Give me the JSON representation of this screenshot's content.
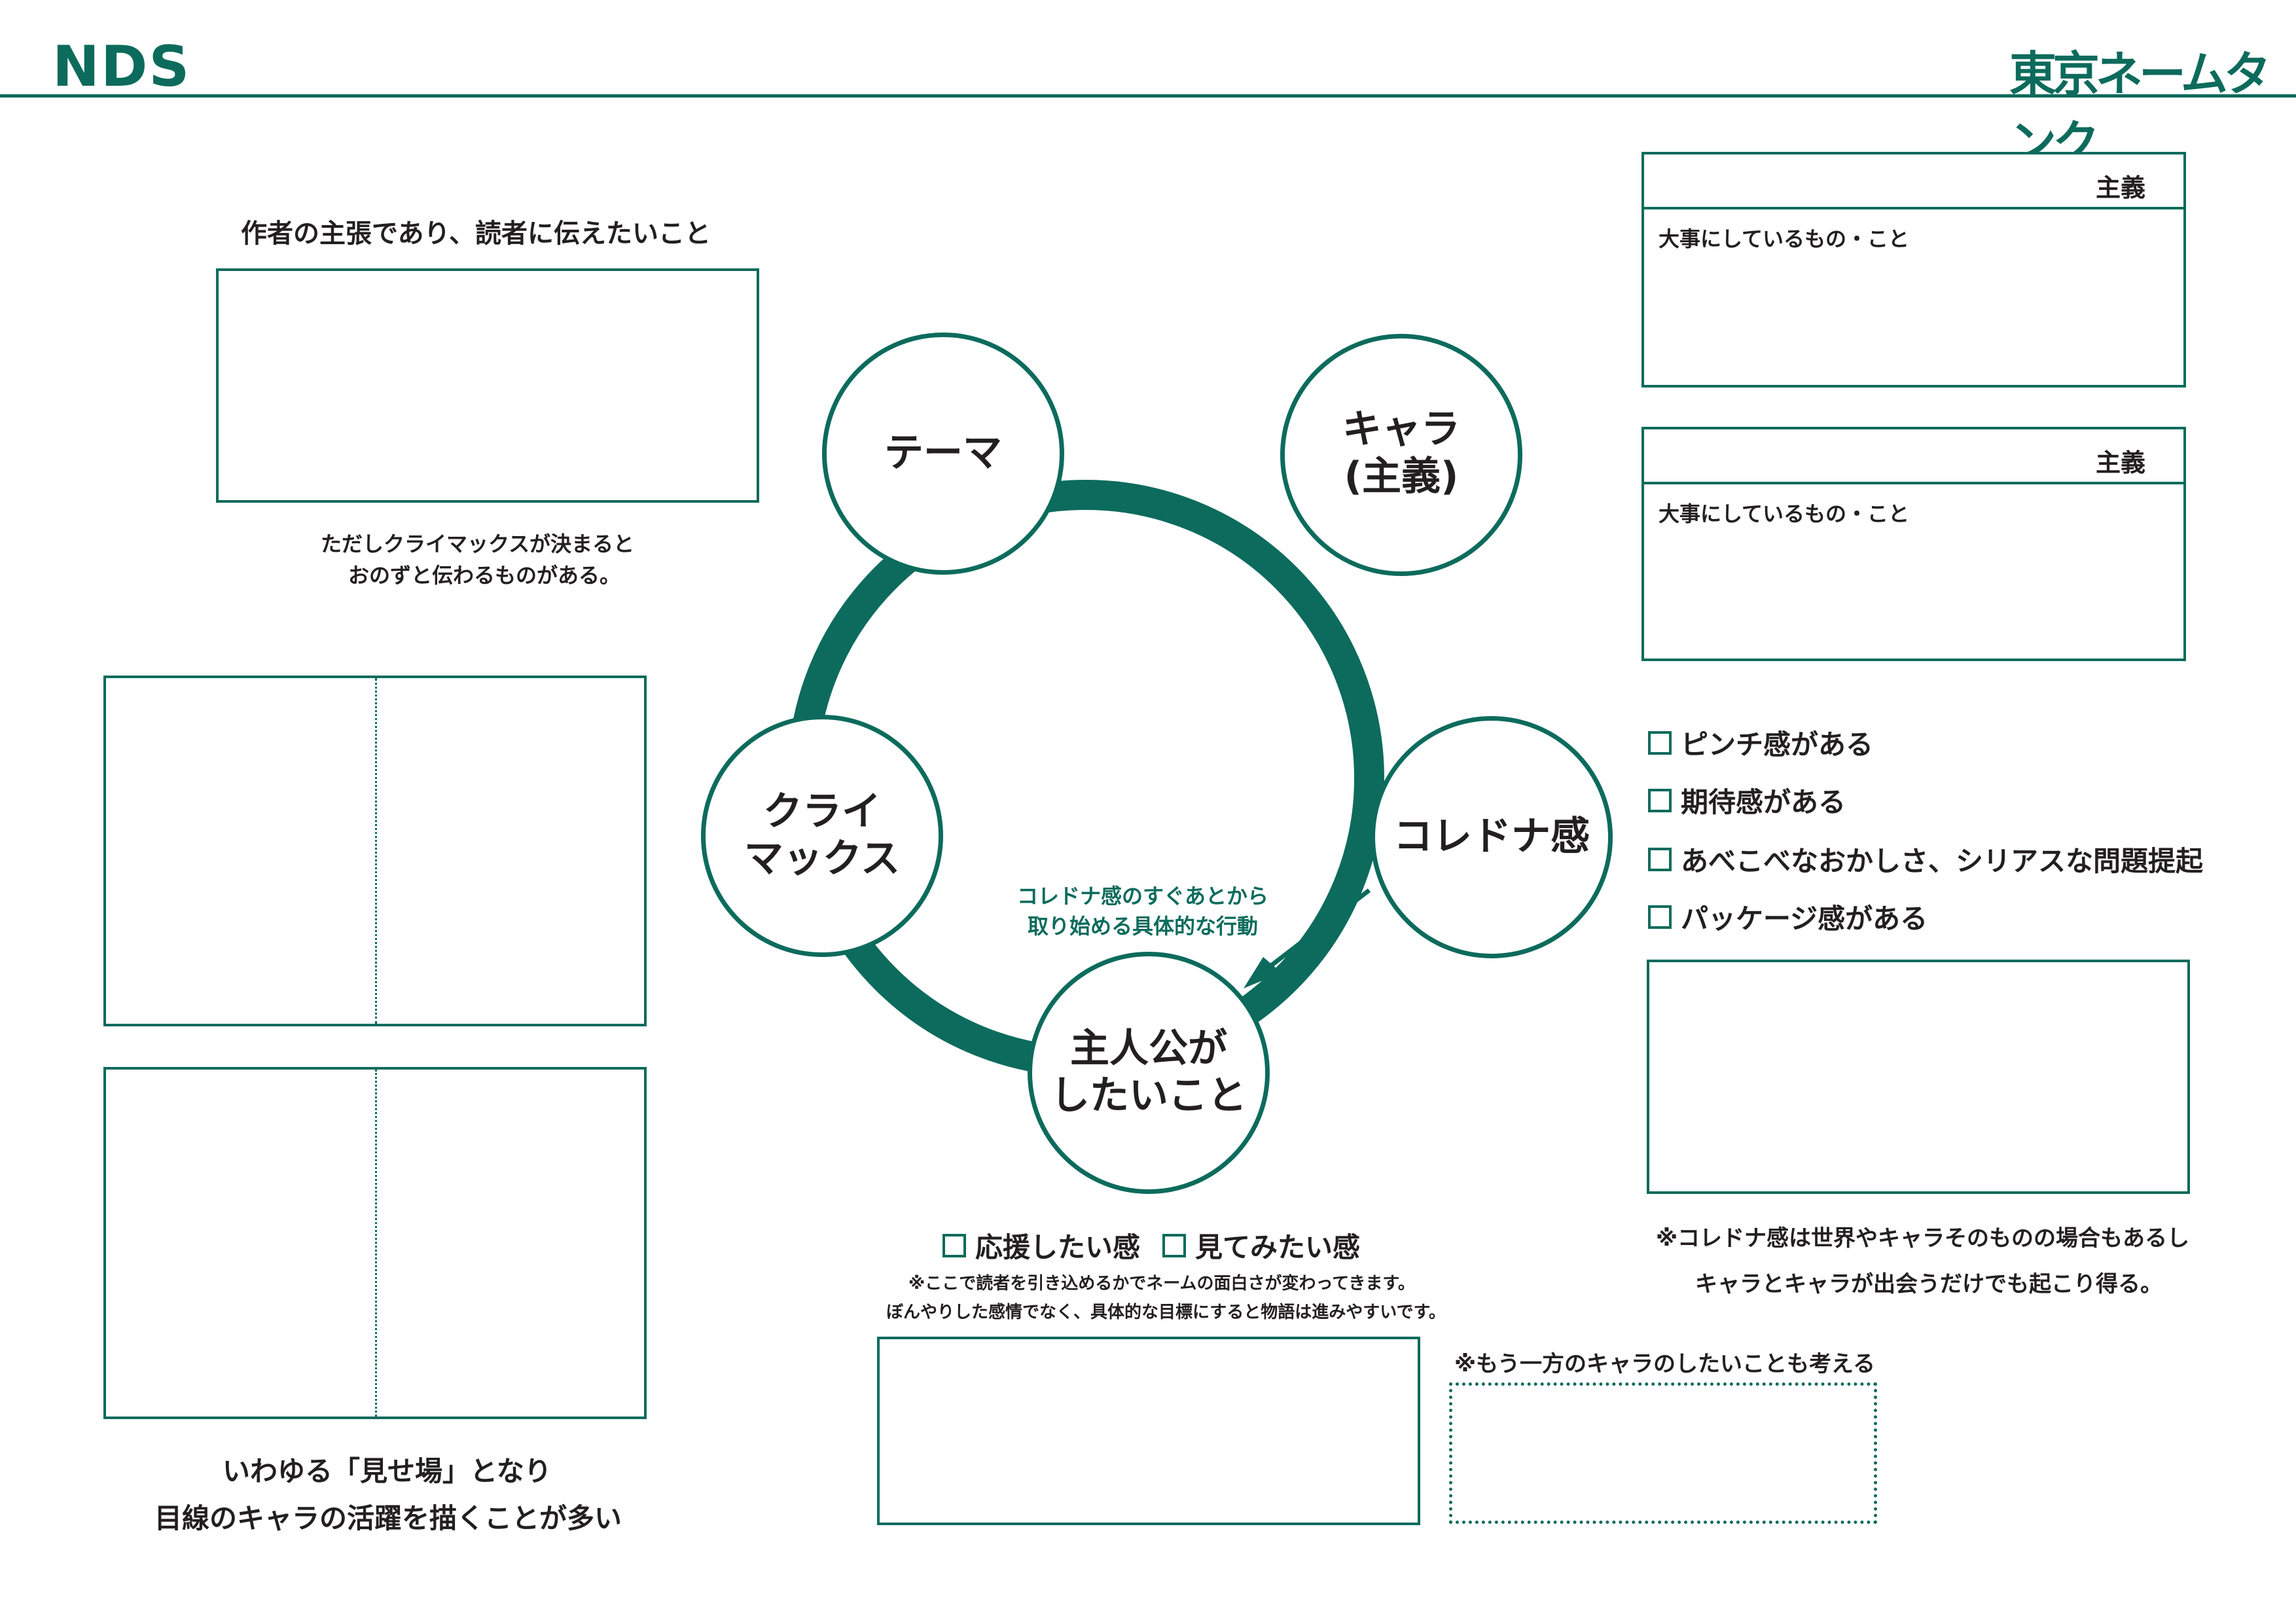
{
  "header": {
    "left_logo": "NDS",
    "right_logo": "東京ネームタンク"
  },
  "theme_panel": {
    "heading": "作者の主張であり、読者に伝えたいこと",
    "note_line1": "ただしクライマックスが決まると",
    "note_line2": "おのずと伝わるものがある。"
  },
  "climax_panel": {
    "caption_line1": "いわゆる「見せ場」となり",
    "caption_line2": "目線のキャラの活躍を描くことが多い"
  },
  "cycle": {
    "nodes": {
      "theme": "テーマ",
      "chara_line1": "キャラ",
      "chara_line2": "(主義)",
      "koredona": "コレドナ感",
      "protagonist_line1": "主人公が",
      "protagonist_line2": "したいこと",
      "climax_line1": "クライ",
      "climax_line2": "マックス"
    },
    "arrow_note_line1": "コレドナ感のすぐあとから",
    "arrow_note_line2": "取り始める具体的な行動"
  },
  "shugi_boxes": [
    {
      "title": "主義",
      "subtitle": "大事にしているもの・こと"
    },
    {
      "title": "主義",
      "subtitle": "大事にしているもの・こと"
    }
  ],
  "koredona_checklist": [
    "ピンチ感がある",
    "期待感がある",
    "あべこべなおかしさ、シリアスな問題提起",
    "パッケージ感がある"
  ],
  "koredona_note_line1": "※コレドナ感は世界やキャラそのものの場合もあるし",
  "koredona_note_line2": "キャラとキャラが出会うだけでも起こり得る。",
  "protagonist_panel": {
    "checks": [
      "応援したい感",
      "見てみたい感"
    ],
    "note_line1": "※ここで読者を引き込めるかでネームの面白さが変わってきます。",
    "note_line2": "ぼんやりした感情でなく、具体的な目標にすると物語は進みやすいです。"
  },
  "other_chara_note": "※もう一方のキャラのしたいことも考える",
  "colors": {
    "accent": "#0c6b5c",
    "text": "#231f20"
  }
}
